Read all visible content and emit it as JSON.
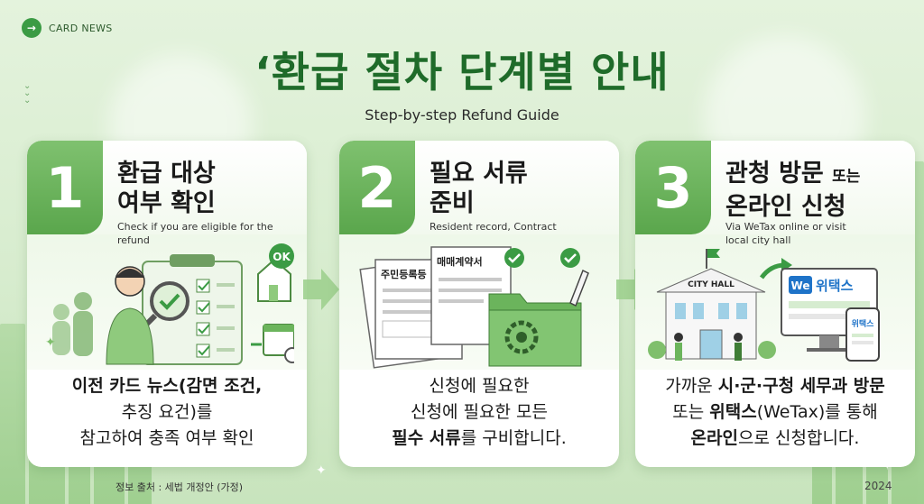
{
  "badge": {
    "label": "CARD NEWS",
    "icon": "arrow-right-icon"
  },
  "title": "‘환급 절차 단계별 안내",
  "subtitle": "Step-by-step Refund Guide",
  "colors": {
    "accent": "#3b9b44",
    "title": "#1f6b2a",
    "tab": "#6bb45c"
  },
  "steps": [
    {
      "number": "1",
      "heading_line1": "환급 대상",
      "heading_line2": "여부 확인",
      "english": "Check if you are eligible for the refund",
      "desc_line1": "이전 카드 뉴스(감면 조건,",
      "desc_line2": "추징 요건)를",
      "desc_line3": "참고하여 충족 여부 확인",
      "illustration": {
        "ok_label": "OK"
      }
    },
    {
      "number": "2",
      "heading_line1": "필요 서류",
      "heading_line2": "준비",
      "english": "Resident record, Contract",
      "desc_line1": "신청에 필요한",
      "desc_line2": "신청에 필요한 모든",
      "desc_line3_bold": "필수 서류",
      "desc_line3_rest": "를 구비합니다.",
      "illustration": {
        "doc1": "주민등록등",
        "doc2": "매매계약서"
      }
    },
    {
      "number": "3",
      "heading_line1_main": "관청 방문",
      "heading_line1_small": "또는",
      "heading_line2": "온라인 신청",
      "english_line1": "Via WeTax online or visit",
      "english_line2": "local city hall",
      "desc_line1_pre": "가까운 ",
      "desc_line1_bold": "시·군·구청 세무과 방문",
      "desc_line2_pre": "또는 ",
      "desc_line2_bold": "위택스",
      "desc_line2_rest": "(WeTax)를 통해",
      "desc_line3_bold": "온라인",
      "desc_line3_rest": "으로 신청합니다.",
      "illustration": {
        "city_hall": "CITY HALL",
        "we": "We",
        "wetax": "위택스",
        "phone_label": "위택스"
      }
    }
  ],
  "footer": {
    "source": "정보 출처 : 세법 개정안 (가정)",
    "year": "2024"
  }
}
